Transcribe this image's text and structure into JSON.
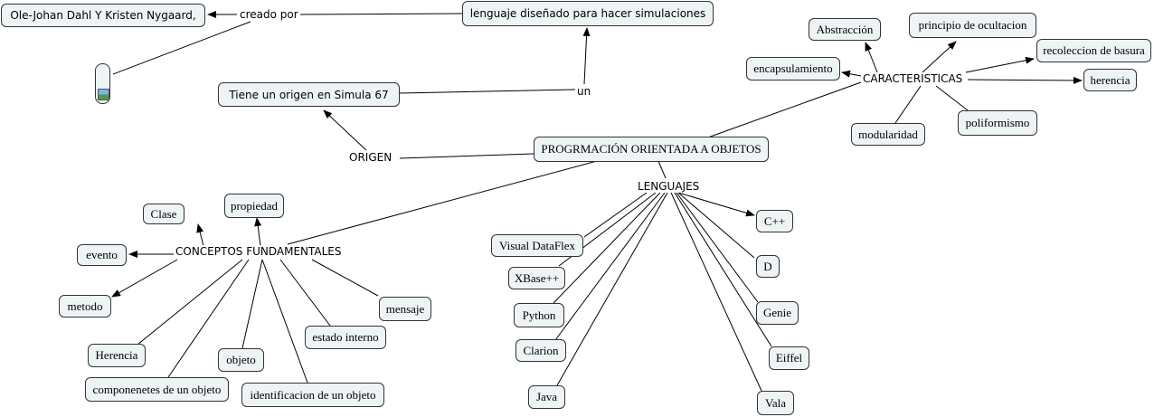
{
  "nodes": {
    "ole_johan": "Ole-Johan Dahl Y Kristen Nygaard,",
    "lenguaje_disenado": "lenguaje diseñado para hacer simulaciones",
    "tiene_origen": "Tiene un origen en  Simula 67",
    "poo": "PROGRMACIÓN ORIENTADA A OBJETOS",
    "abstraccion": "Abstracción",
    "principio": "principio de ocultacion",
    "recoleccion": "recoleccion de basura",
    "encapsulamiento": "encapsulamiento",
    "herencia_car": "herencia",
    "modularidad": "modularidad",
    "poliformismo": "poliformismo",
    "clase": "Clase",
    "propiedad": "propiedad",
    "evento": "evento",
    "metodo": "metodo",
    "mensaje": "mensaje",
    "estado_interno": "estado interno",
    "herencia_con": "Herencia",
    "objeto": "objeto",
    "componentes": "componenetes de un objeto",
    "identificacion": "identificacion de un objeto",
    "visual_dataflex": "Visual DataFlex",
    "xbase": "XBase++",
    "python": "Python",
    "clarion": "Clarion",
    "java": "Java",
    "cpp": "C++",
    "d": "D",
    "genie": "Genie",
    "eiffel": "Eiffel",
    "vala": "Vala"
  },
  "labels": {
    "creado_por": "creado por",
    "un": "un",
    "origen": "ORIGEN",
    "caracteristicas": "CARACTERISTICAS",
    "conceptos": "CONCEPTOS FUNDAMENTALES",
    "lenguajes": "LENGUAJES"
  },
  "icons": {
    "image": "image-icon"
  },
  "colors": {
    "node_fill": "#eef3f5",
    "node_border": "#333333",
    "line": "#000000"
  }
}
